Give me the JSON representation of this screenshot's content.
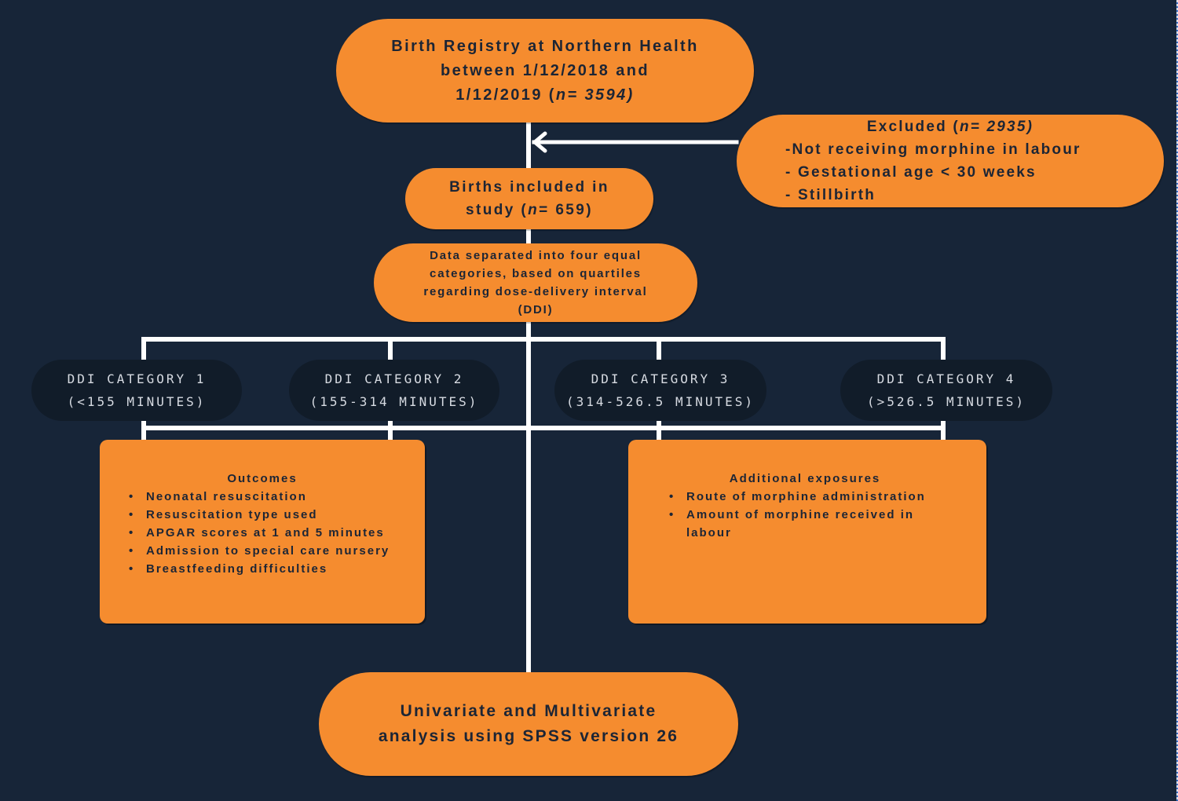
{
  "diagram": {
    "type": "flowchart",
    "colors": {
      "background": "#172538",
      "node_fill": "#f58c2f",
      "node_text": "#1c2535",
      "category_fill": "#111c29",
      "category_text": "#d7dbe2",
      "connector": "#ffffff"
    },
    "registry": {
      "line1": "Birth Registry at Northern Health",
      "line2": "between 1/12/2018 and",
      "line3_prefix": "1/12/2019 (",
      "n_label": "n",
      "n_value": "= 3594)"
    },
    "excluded": {
      "title_prefix": "Excluded (",
      "n_label": "n",
      "n_value": "= 2935)",
      "reasons": [
        "-Not receiving morphine in labour",
        "- Gestational age < 30 weeks",
        "- Stillbirth"
      ]
    },
    "included": {
      "line1": "Births included in",
      "line2_prefix": "study (",
      "n_label": "n",
      "n_value": "= 659)"
    },
    "separation": {
      "lines": [
        "Data separated into four equal",
        "categories, based on quartiles",
        "regarding dose-delivery interval",
        "(DDI)"
      ]
    },
    "categories": [
      {
        "label": "DDI CATEGORY 1",
        "range": "(<155 MINUTES)"
      },
      {
        "label": "DDI CATEGORY 2",
        "range": "(155-314 MINUTES)"
      },
      {
        "label": "DDI CATEGORY 3",
        "range": "(314-526.5 MINUTES)"
      },
      {
        "label": "DDI CATEGORY 4",
        "range": "(>526.5 MINUTES)"
      }
    ],
    "outcomes": {
      "heading": "Outcomes",
      "bullet": "•",
      "items": [
        "Neonatal resuscitation",
        "Resuscitation type used",
        "APGAR scores at 1 and 5 minutes",
        "Admission to special care nursery",
        "Breastfeeding difficulties"
      ]
    },
    "exposures": {
      "heading": "Additional exposures",
      "bullet": "•",
      "items": [
        "Route of morphine administration",
        "Amount of morphine received in labour"
      ]
    },
    "analysis": {
      "line1": "Univariate and Multivariate",
      "line2": "analysis using SPSS version 26"
    }
  }
}
